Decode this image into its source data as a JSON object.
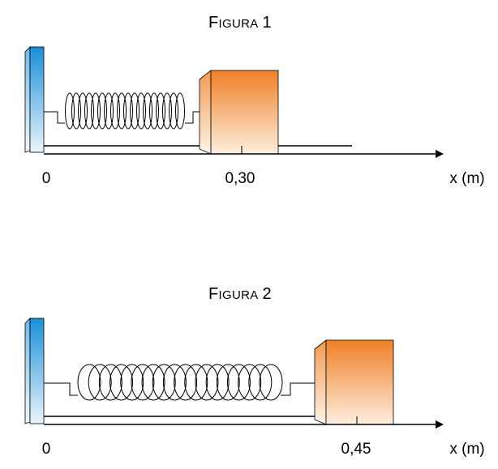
{
  "figures": [
    {
      "title_first": "F",
      "title_rest": "IGURA",
      "title_num": "1",
      "origin_label": "0",
      "position_label": "0,30",
      "axis_label": "x (m)",
      "position_value_m": 0.3
    },
    {
      "title_first": "F",
      "title_rest": "IGURA",
      "title_num": "2",
      "origin_label": "0",
      "position_label": "0,45",
      "axis_label": "x (m)",
      "position_value_m": 0.45
    }
  ],
  "colors": {
    "wall_top": "#1a8fd6",
    "wall_bottom": "#e6f3fb",
    "block_top": "#f07f26",
    "block_bottom": "#fdebd9",
    "line": "#000000"
  }
}
